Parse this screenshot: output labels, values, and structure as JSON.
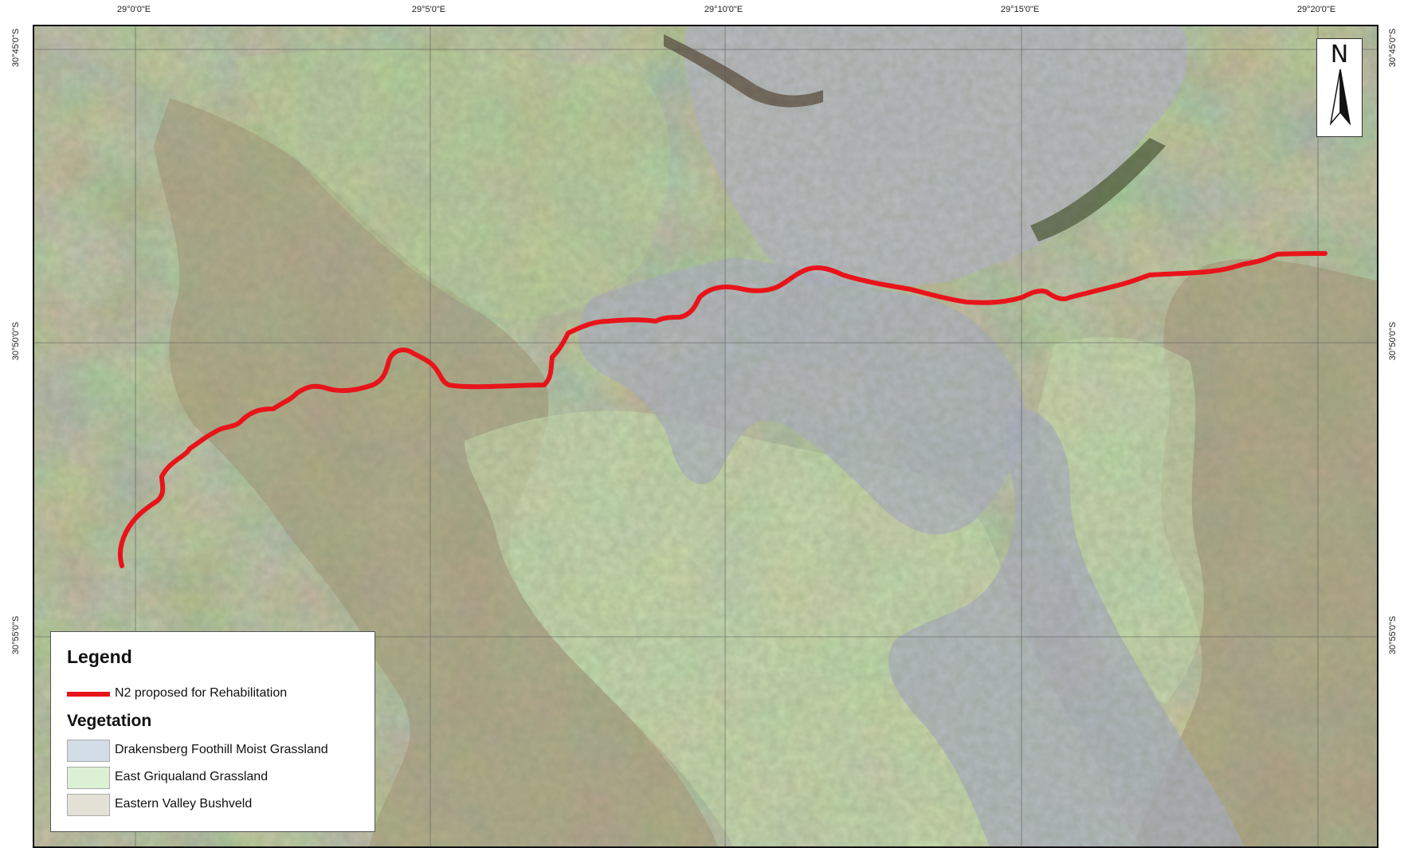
{
  "map": {
    "graticule": {
      "top_labels": [
        "29°0'0\"E",
        "29°5'0\"E",
        "29°10'0\"E",
        "29°15'0\"E",
        "29°20'0\"E"
      ],
      "left_labels": [
        "30°45'0\"S",
        "30°50'0\"S",
        "30°55'0\"S"
      ],
      "right_labels": [
        "30°45'0\"S",
        "30°50'0\"S",
        "30°55'0\"S"
      ]
    },
    "north_arrow": {
      "letter": "N",
      "icon": "north-arrow-icon"
    },
    "legend": {
      "title": "Legend",
      "line_item": {
        "label": "N2 proposed for Rehabilitation",
        "color": "#e8141a"
      },
      "vegetation_title": "Vegetation",
      "vegetation_items": [
        {
          "label": "Drakensberg Foothill Moist Grassland",
          "color": "#d3dde8"
        },
        {
          "label": "East Griqualand Grassland",
          "color": "#dcf0d4"
        },
        {
          "label": "Eastern Valley Bushveld",
          "color": "#e4e2d6"
        }
      ]
    }
  }
}
